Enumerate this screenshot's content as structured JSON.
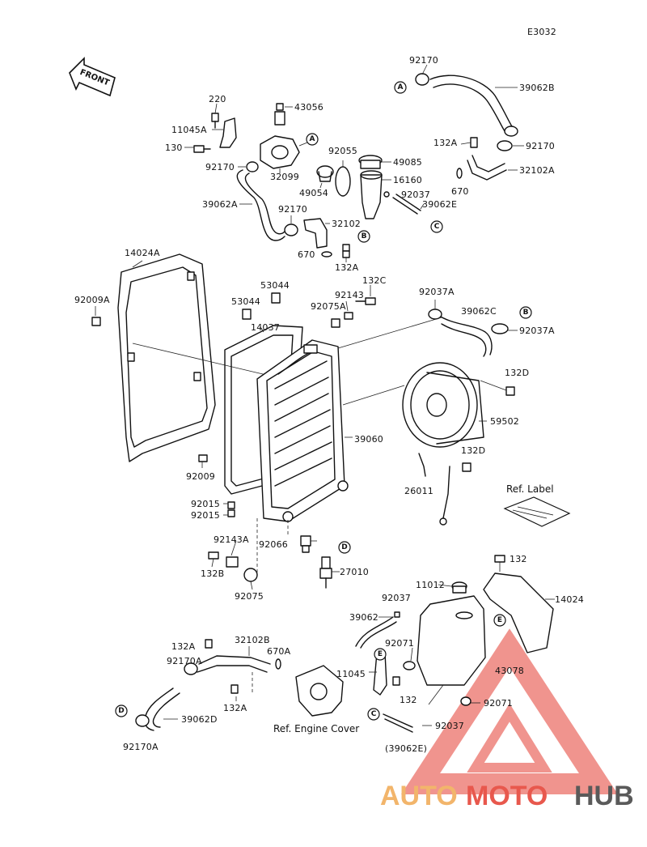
{
  "diagram": {
    "code": "E3032",
    "front_label": "FRONT",
    "ref_label": "Ref. Label",
    "ref_engine_cover": "Ref. Engine Cover",
    "callouts": {
      "A": "A",
      "B": "B",
      "C": "C",
      "D": "D",
      "E": "E"
    },
    "parts": {
      "p92170_top": "92170",
      "p39062B": "39062B",
      "p220": "220",
      "p43056": "43056",
      "p11045A": "11045A",
      "p130": "130",
      "p92170_a": "92170",
      "p32099": "32099",
      "p92055": "92055",
      "p49085": "49085",
      "p132A_top": "132A",
      "p92170_b": "92170",
      "p32102A": "32102A",
      "p16160": "16160",
      "p49054": "49054",
      "p92037_a": "92037",
      "p670_a": "670",
      "p39062A": "39062A",
      "p92170_c": "92170",
      "p39062E": "39062E",
      "p32102": "32102",
      "p670_b": "670",
      "p132A_mid": "132A",
      "p14024A": "14024A",
      "p53044_a": "53044",
      "p53044_b": "53044",
      "p92143": "92143",
      "p132C": "132C",
      "p92037A_a": "92037A",
      "p92009A": "92009A",
      "p92075A": "92075A",
      "p39062C": "39062C",
      "p14037": "14037",
      "p92037A_b": "92037A",
      "p132D_a": "132D",
      "p59502": "59502",
      "p39060": "39060",
      "p132D_b": "132D",
      "p92009": "92009",
      "p26011": "26011",
      "p92015_a": "92015",
      "p92015_b": "92015",
      "p92143A": "92143A",
      "p92066": "92066",
      "p132B": "132B",
      "p27010": "27010",
      "p92075": "92075",
      "p132_top": "132",
      "p11012": "11012",
      "p92037_b": "92037",
      "p14024": "14024",
      "p39062": "39062",
      "p92071_a": "92071",
      "p43078": "43078",
      "p132A_low": "132A",
      "p32102B": "32102B",
      "p92170A_a": "92170A",
      "p670A": "670A",
      "p11045": "11045",
      "p132_low": "132",
      "p132A_bot": "132A",
      "p92071_b": "92071",
      "p39062D": "39062D",
      "p92037_c": "92037",
      "p92170A_b": "92170A",
      "p39062E_paren": "(39062E)"
    }
  },
  "watermark": {
    "auto": "AUTO",
    "moto": "MOTO",
    "hub": "HUB",
    "colors": {
      "auto": "#f2b56b",
      "moto": "#e8584d",
      "hub": "#5a5a5a",
      "triangle": "#e8584d"
    }
  }
}
